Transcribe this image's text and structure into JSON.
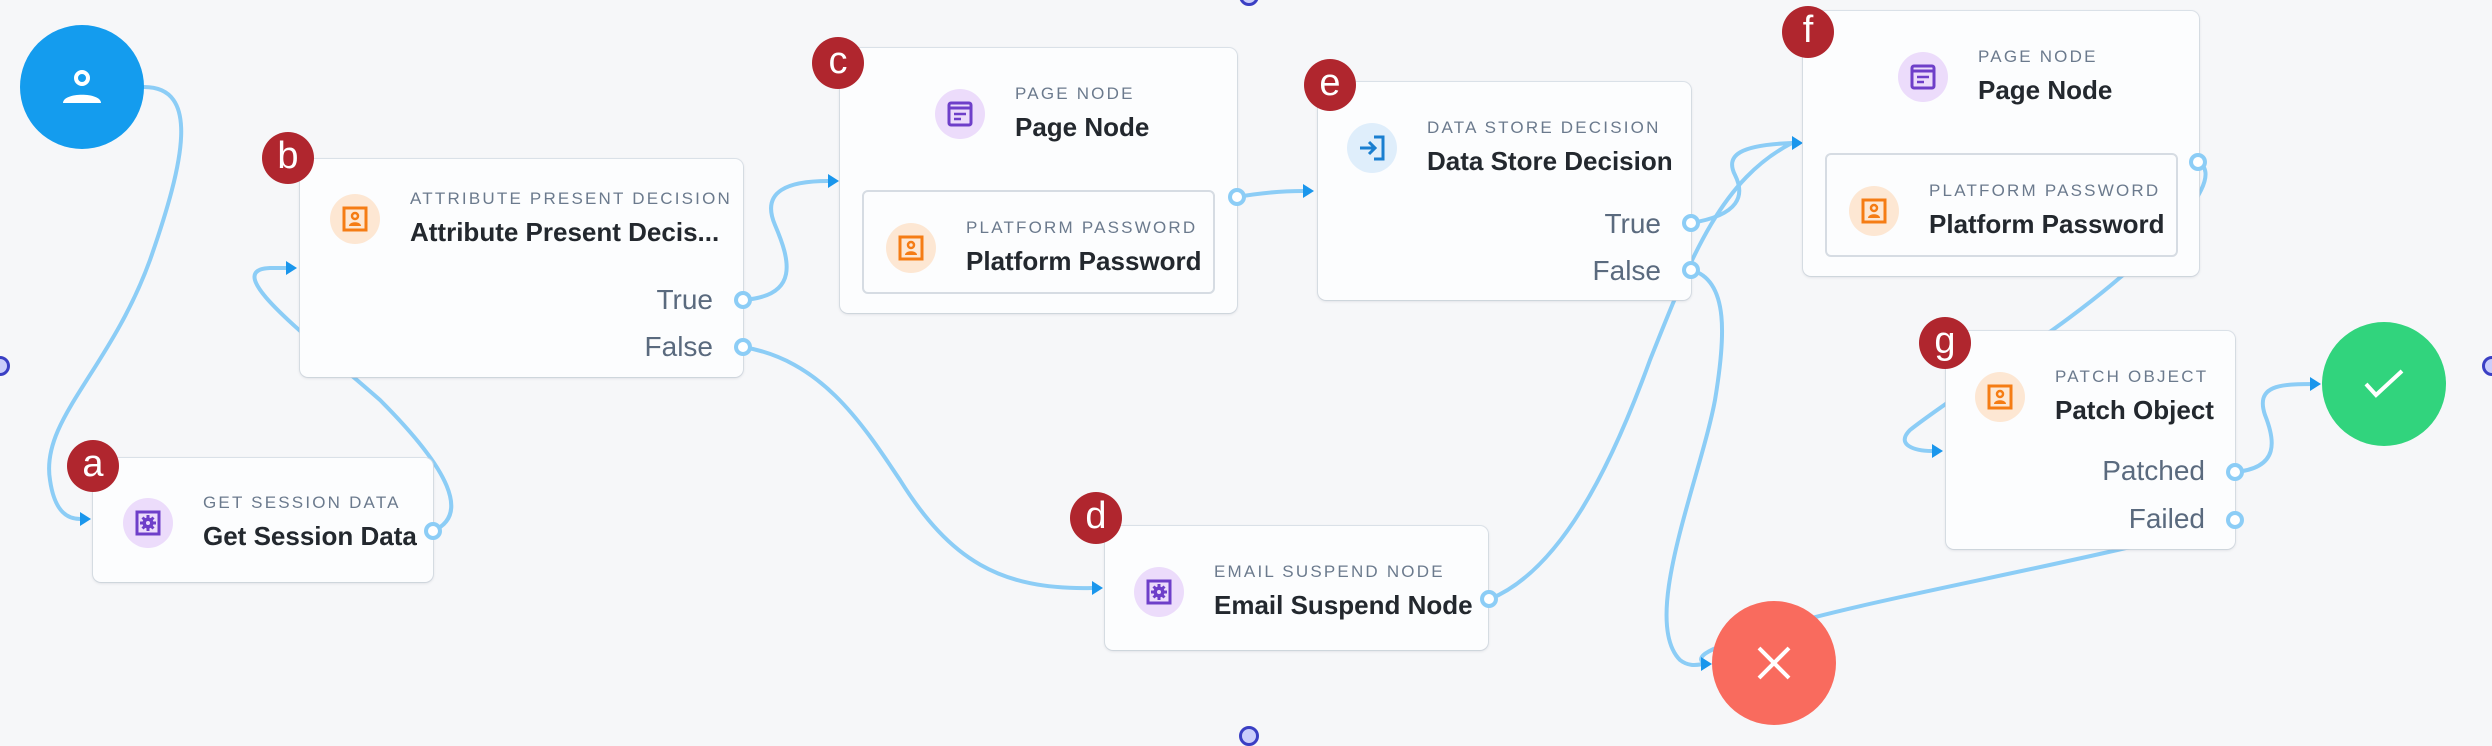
{
  "canvas": {
    "background": "#f6f7f9",
    "edge_color": "#8ccdf6",
    "arrow_color": "#1a96ec"
  },
  "start": {
    "icon": "person-icon",
    "color": "#149cee"
  },
  "success": {
    "icon": "check-icon",
    "color": "#31d47d"
  },
  "failure": {
    "icon": "close-icon",
    "color": "#f96b5e"
  },
  "badges": {
    "a": "a",
    "b": "b",
    "c": "c",
    "d": "d",
    "e": "e",
    "f": "f",
    "g": "g",
    "color": "#b0262e"
  },
  "nodes": {
    "a": {
      "type": "GET SESSION DATA",
      "name": "Get Session Data",
      "icon": "gear-icon"
    },
    "b": {
      "type": "ATTRIBUTE PRESENT DECISION",
      "name": "Attribute Present Decis...",
      "icon": "id-card-icon",
      "outcomes": [
        "True",
        "False"
      ]
    },
    "c": {
      "type": "PAGE NODE",
      "name": "Page Node",
      "icon": "page-icon",
      "child": {
        "type": "PLATFORM PASSWORD",
        "name": "Platform Password",
        "icon": "id-card-icon"
      }
    },
    "d": {
      "type": "EMAIL SUSPEND NODE",
      "name": "Email Suspend Node",
      "icon": "gear-icon"
    },
    "e": {
      "type": "DATA STORE DECISION",
      "name": "Data Store Decision",
      "icon": "login-icon",
      "outcomes": [
        "True",
        "False"
      ]
    },
    "f": {
      "type": "PAGE NODE",
      "name": "Page Node",
      "icon": "page-icon",
      "child": {
        "type": "PLATFORM PASSWORD",
        "name": "Platform Password",
        "icon": "id-card-icon"
      }
    },
    "g": {
      "type": "PATCH OBJECT",
      "name": "Patch Object",
      "icon": "id-card-icon",
      "outcomes": [
        "Patched",
        "Failed"
      ]
    }
  }
}
